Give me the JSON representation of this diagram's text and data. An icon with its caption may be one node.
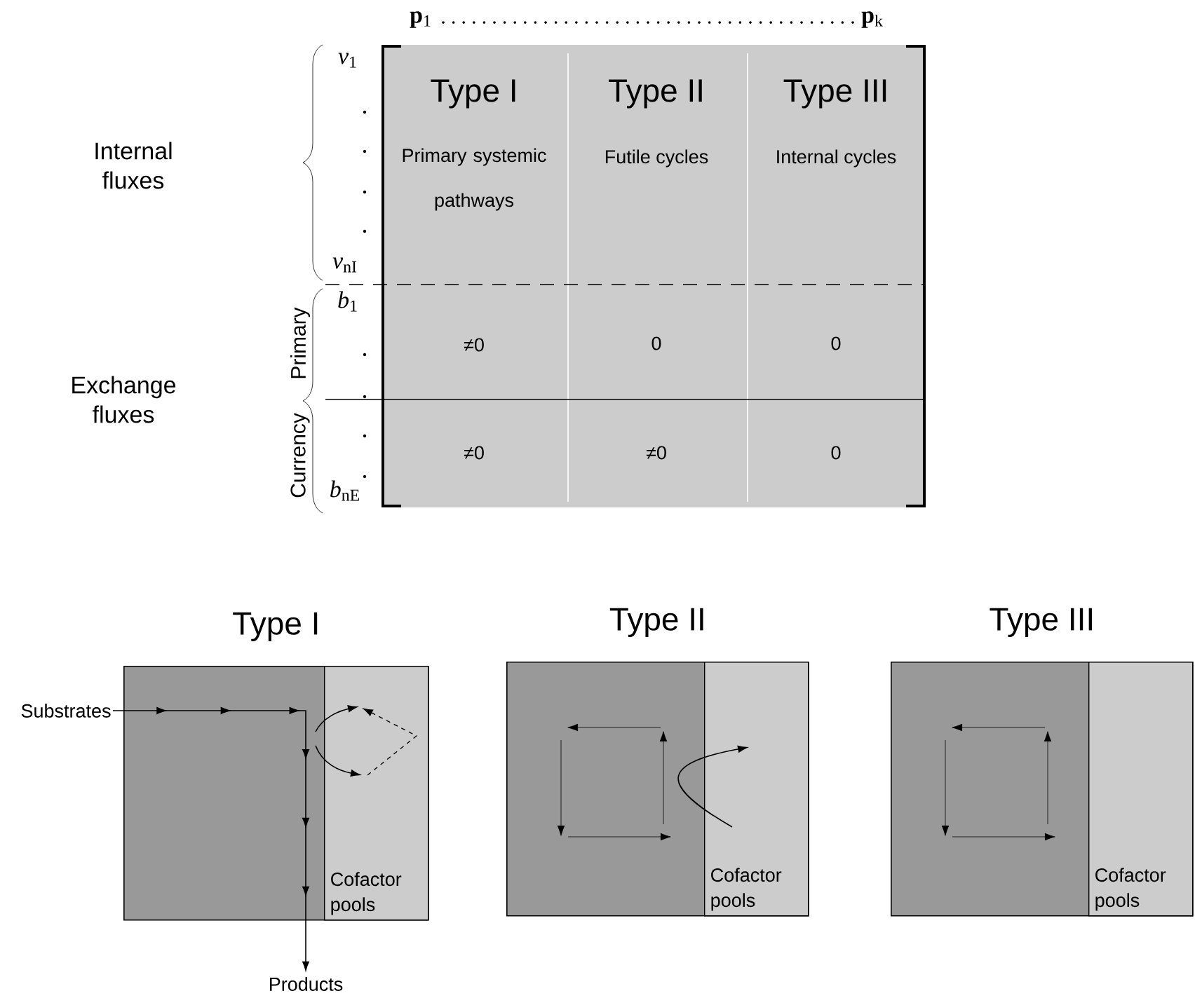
{
  "diagram": {
    "nodes": [
      {
        "text": [
          "Type I"
        ]
      },
      {
        "text": [
          "Cofactor pools"
        ],
        "in": 0
      },
      {
        "text": [
          "Type II"
        ]
      },
      {
        "text": [
          "Cofactor pools"
        ],
        "in": 2
      },
      {
        "text": [
          "Type III"
        ]
      },
      {
        "text": [
          "Cofactor pools"
        ],
        "in": 4
      },
      {
        "text": [
          "Substrates"
        ]
      },
      {
        "text": [
          "Products"
        ]
      }
    ],
    "edges": [
      {
        "from": 6,
        "to": 7,
        "arrow": "to"
      }
    ],
    "labels": [
      "**p**$_{1}$",
      "**p**$_{k}$",
      "*v*$_{1}$",
      "Type I",
      "Type II",
      "Type III",
      "Internal fluxes",
      "Primary systemic pathways",
      "Futile cycles",
      "Internal cycles",
      "*v*$_{nI}$",
      "*b*$_{1}$",
      "≠0",
      "0",
      "0",
      "Exchange fluxes",
      "Primary",
      "Currency",
      "≠0",
      "≠0",
      "0",
      "*b*$_{nE}$"
    ]
  }
}
